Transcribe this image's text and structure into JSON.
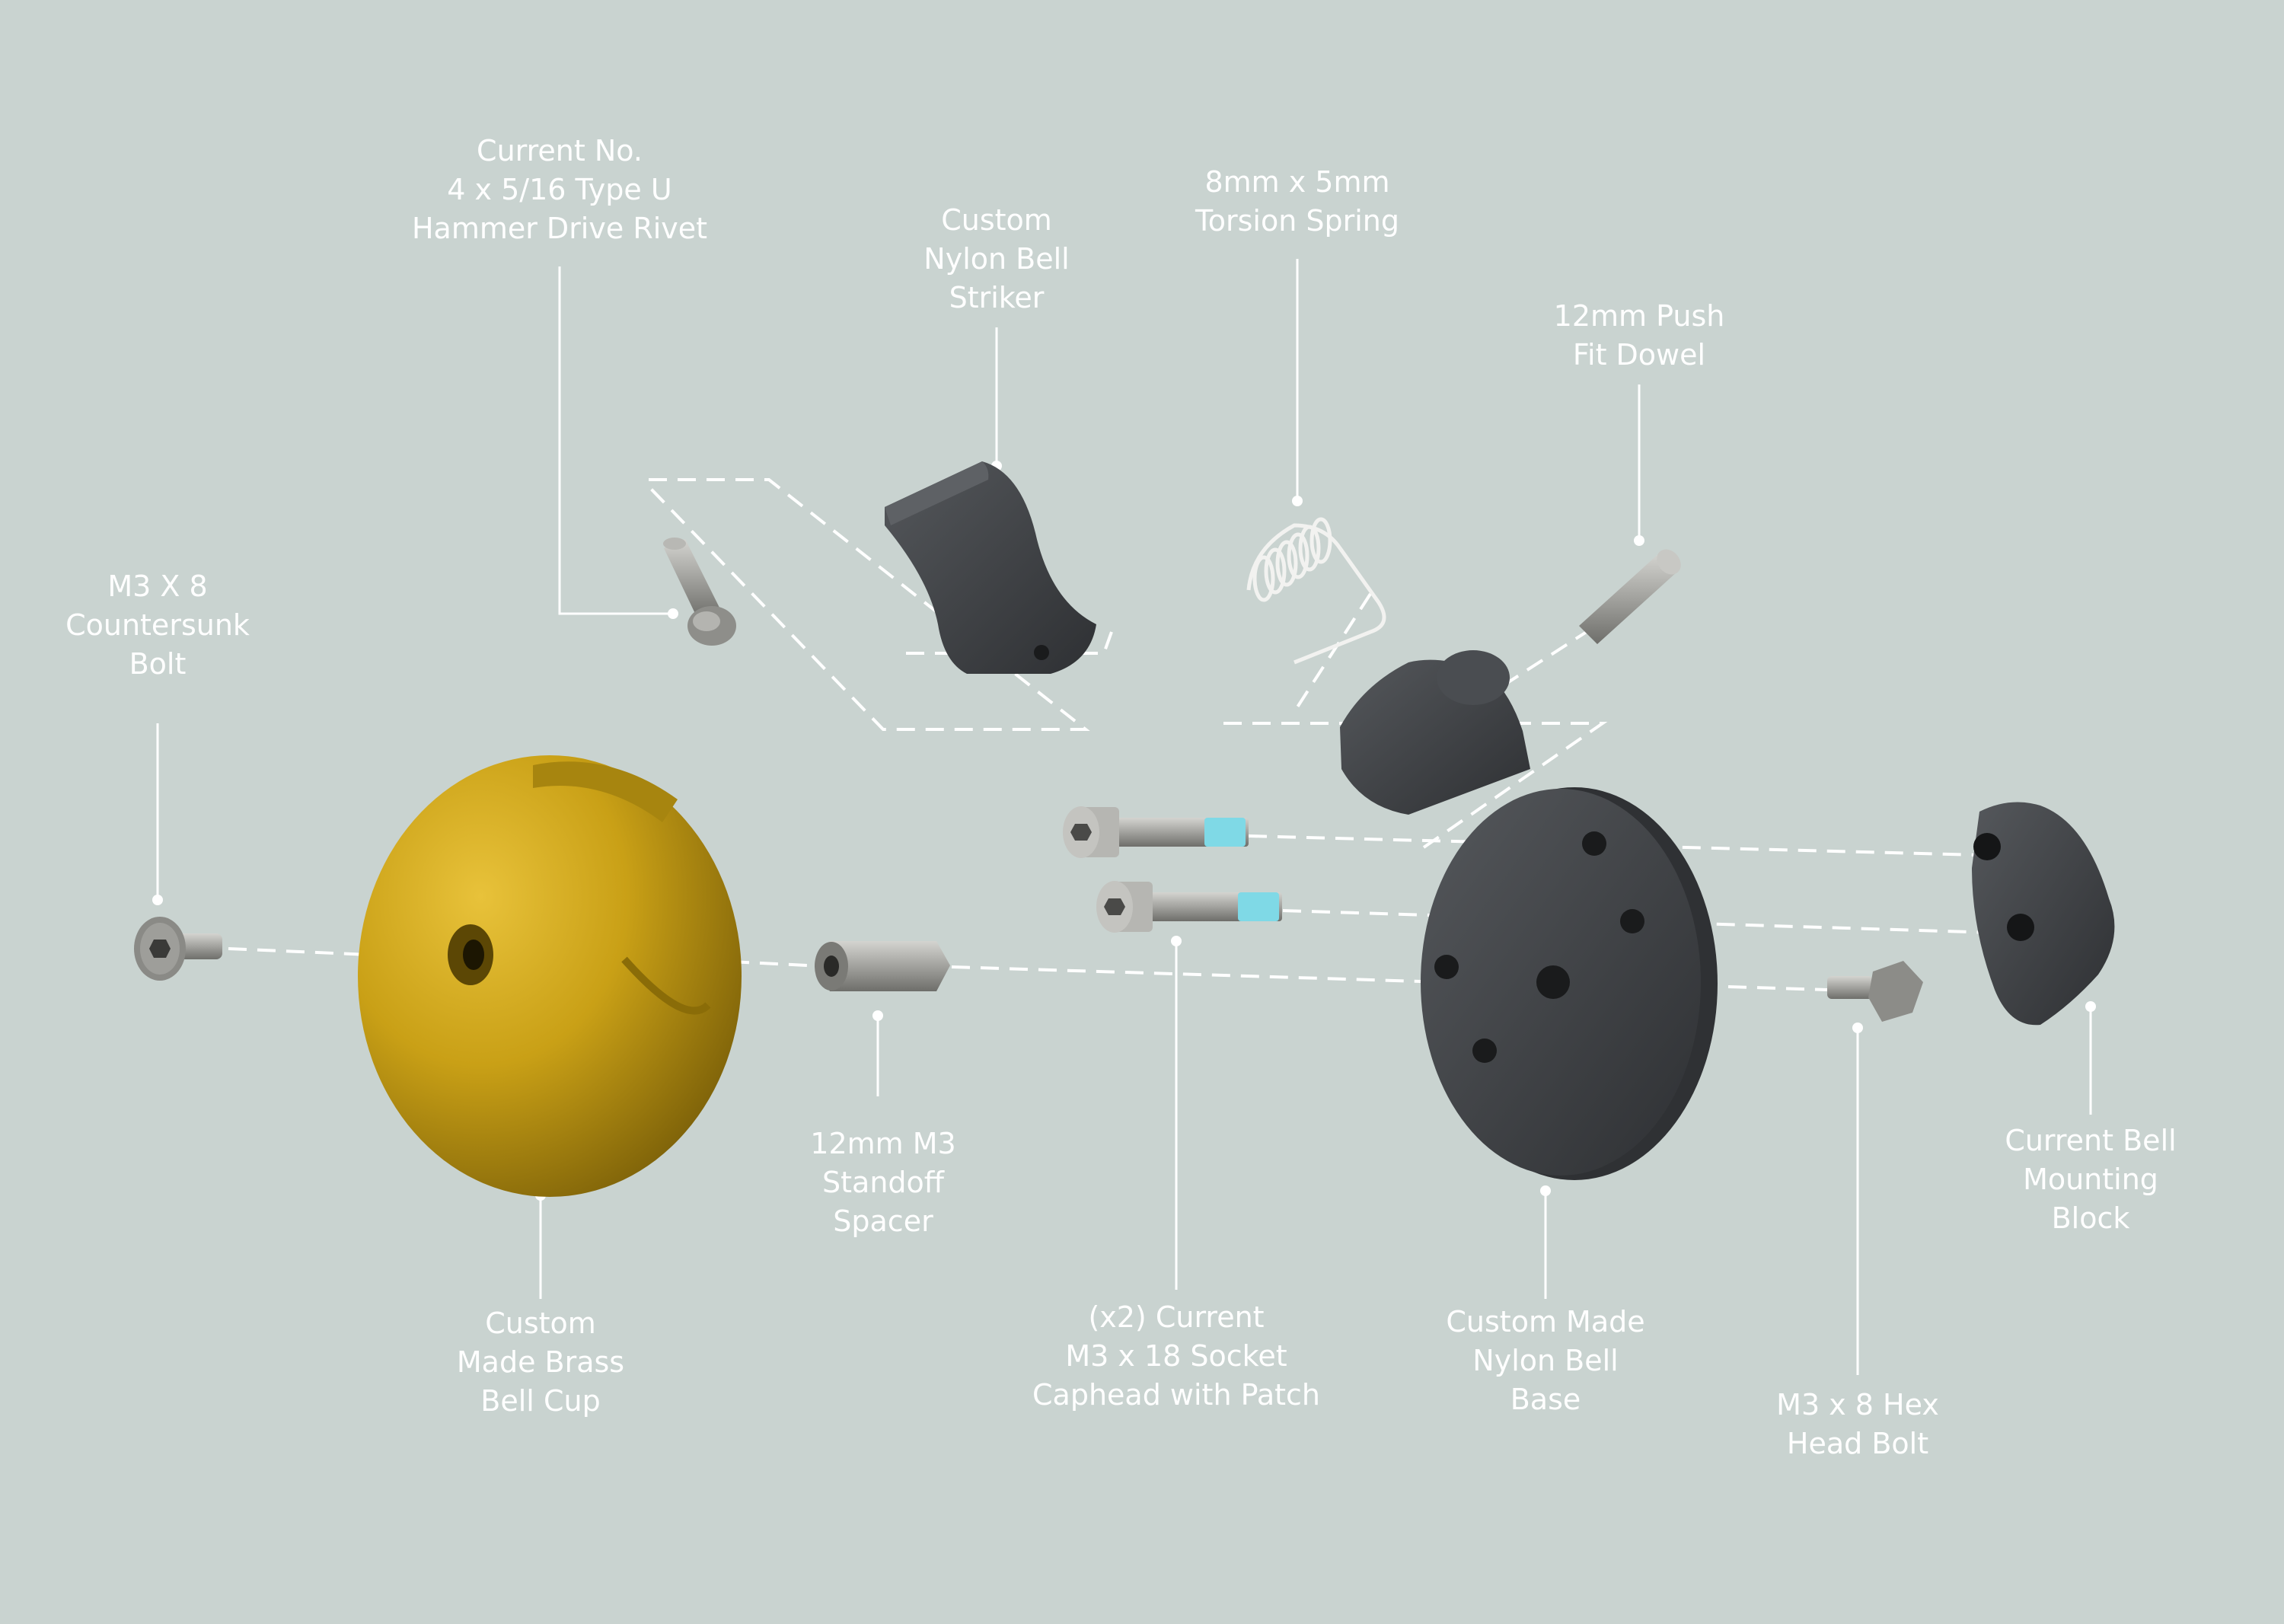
{
  "callouts": {
    "countersunk_bolt": [
      "M3 X 8",
      "Countersunk",
      "Bolt"
    ],
    "hammer_rivet": [
      "Current No.",
      "4 x 5/16 Type U",
      "Hammer Drive Rivet"
    ],
    "bell_striker": [
      "Custom",
      "Nylon Bell",
      "Striker"
    ],
    "torsion_spring": [
      "8mm x 5mm",
      "Torsion Spring"
    ],
    "push_fit_dowel": [
      "12mm Push",
      "Fit Dowel"
    ],
    "brass_bell_cup": [
      "Custom",
      "Made Brass",
      "Bell Cup"
    ],
    "standoff_spacer": [
      "12mm M3",
      "Standoff",
      "Spacer"
    ],
    "socket_caphead": [
      "(x2) Current",
      "M3 x 18 Socket",
      "Caphead with Patch"
    ],
    "nylon_bell_base": [
      "Custom Made",
      "Nylon Bell",
      "Base"
    ],
    "hex_head_bolt": [
      "M3 x 8 Hex",
      "Head Bolt"
    ],
    "mounting_block": [
      "Current Bell",
      "Mounting",
      "Block"
    ]
  },
  "colors": {
    "background": "#c9d3d0",
    "leader_line": "#ffffff",
    "brass": "#c9a419",
    "nylon": "#3f4144",
    "steel": "#9c9c98",
    "thread_patch": "#7fd9e6"
  }
}
